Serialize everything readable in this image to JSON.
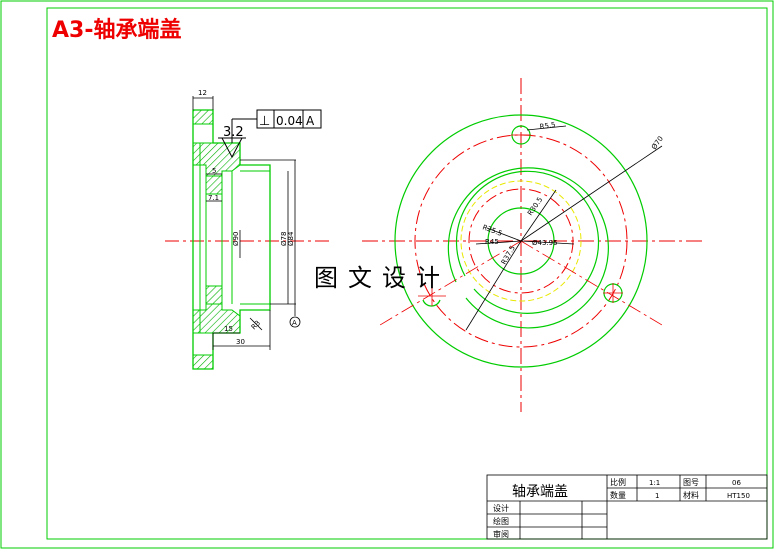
{
  "sheet_title": "A3-轴承端盖",
  "watermark": "图文设计",
  "tolerance": {
    "symbol": "⊥",
    "value": "0.04",
    "datum": "A"
  },
  "roughness": "3.2",
  "dims_side": {
    "d12": "12",
    "d5": "5",
    "d7_1": "7.1",
    "d90": "Ø90",
    "d78": "Ø78",
    "d84": "Ø84",
    "d15": "15",
    "d30": "30",
    "r3": "R3",
    "datum_circle": "A"
  },
  "dims_front": {
    "r5_5": "R5.5",
    "phi70": "Ø70",
    "r30_5": "R30.5",
    "r25_5": "R25.5",
    "r45": "R45",
    "r37_5": "R37.5",
    "phi43_95": "Ø43.95"
  },
  "title_block": {
    "part_name": "轴承端盖",
    "scale_label": "比例",
    "scale_value": "1:1",
    "drawing_no_label": "图号",
    "drawing_no_value": "06",
    "qty_label": "数量",
    "qty_value": "1",
    "material_label": "材料",
    "material_value": "HT150",
    "design_label": "设计",
    "drafting_label": "绘图",
    "review_label": "审阅"
  }
}
